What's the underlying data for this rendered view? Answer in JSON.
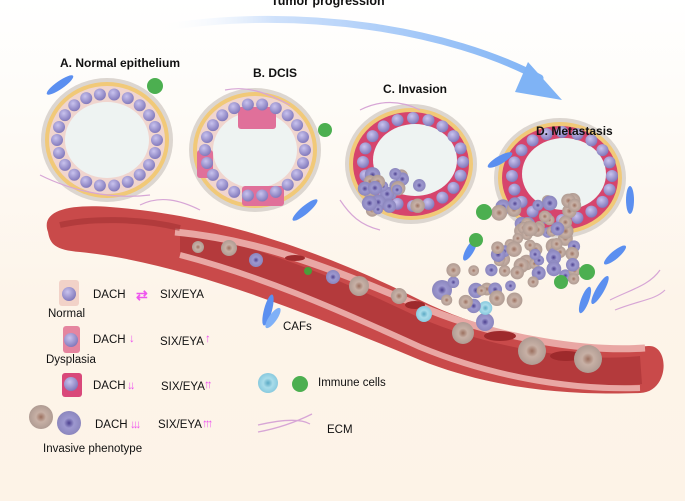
{
  "title": "Tumor progression",
  "stages": [
    {
      "id": "A",
      "label": "A. Normal epithelium"
    },
    {
      "id": "B",
      "label": "B. DCIS"
    },
    {
      "id": "C",
      "label": "C. Invasion"
    },
    {
      "id": "D",
      "label": "D. Metastasis"
    }
  ],
  "legend": {
    "rows": [
      {
        "cell": "Normal",
        "dach": "DACH",
        "dach_arrow": "⇄",
        "six": "SIX/EYA",
        "six_arrow": ""
      },
      {
        "cell": "Dysplasia",
        "dach": "DACH",
        "dach_arrow": "↓",
        "six": "SIX/EYA",
        "six_arrow": "↑"
      },
      {
        "cell": "",
        "dach": "DACH",
        "dach_arrow": "↓↓",
        "six": "SIX/EYA",
        "six_arrow": "↑↑"
      },
      {
        "cell": "Invasive phenotype",
        "dach": "DACH",
        "dach_arrow": "↓↓↓",
        "six": "SIX/EYA",
        "six_arrow": "↑↑↑"
      }
    ],
    "others": [
      {
        "icon": "caf-icon",
        "label": "CAFs"
      },
      {
        "icon": "immune-cell-icon",
        "label": "Immune cells"
      },
      {
        "icon": "ecm-fiber-icon",
        "label": "ECM"
      }
    ]
  },
  "colors": {
    "arrow_blue": "#7fb3f5",
    "regulation_magenta": "#ee55ee",
    "vessel_red": "#c0393b",
    "vessel_light": "#e5a0a0",
    "nucleus_purple": "#8f86c6",
    "dysplasia_pink": "#d9487a",
    "invasive_tan": "#b8a39a",
    "caf_blue": "#5b8ff0",
    "immune_green": "#4caf50",
    "immune_cyan": "#8fd0e0"
  }
}
